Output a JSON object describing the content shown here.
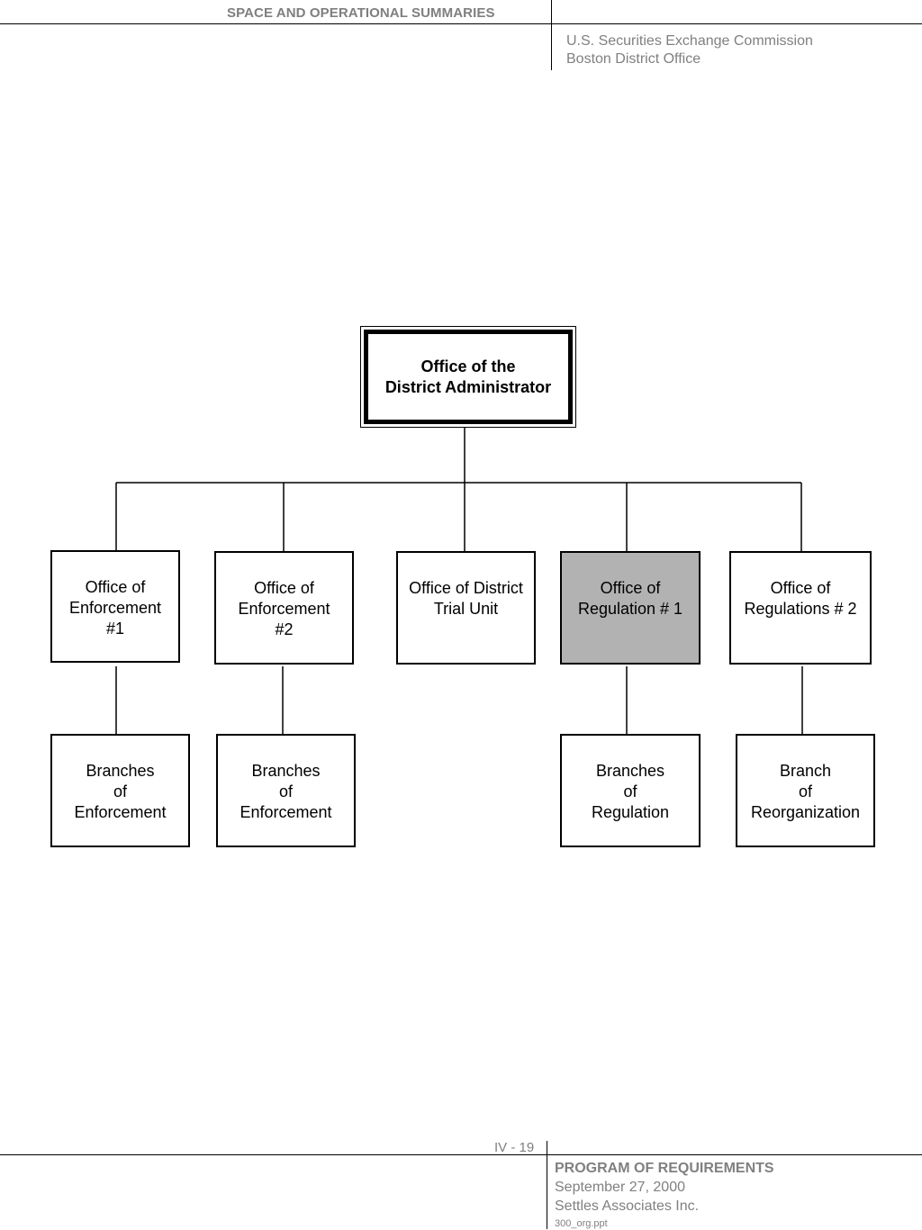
{
  "header": {
    "section_title": "SPACE AND OPERATIONAL SUMMARIES",
    "agency_line1": "U.S. Securities Exchange Commission",
    "agency_line2": "Boston District Office"
  },
  "org_chart": {
    "root": "Office of the\nDistrict Administrator",
    "offices": [
      "Office of\nEnforcement\n#1",
      "Office of\nEnforcement\n#2",
      "Office of District\nTrial Unit",
      "Office of\nRegulation # 1",
      "Office of\nRegulations # 2"
    ],
    "branches": [
      "Branches\nof\nEnforcement",
      "Branches\nof\nEnforcement",
      "Branches\nof\nRegulation",
      "Branch\nof\nReorganization"
    ]
  },
  "footer": {
    "page_number": "IV - 19",
    "program_title": "PROGRAM OF REQUIREMENTS",
    "date": "September 27, 2000",
    "company": "Settles Associates Inc.",
    "file_name": "300_org.ppt"
  },
  "colors": {
    "highlight_fill": "#b2b2b2",
    "header_text": "#7f7f7f"
  }
}
